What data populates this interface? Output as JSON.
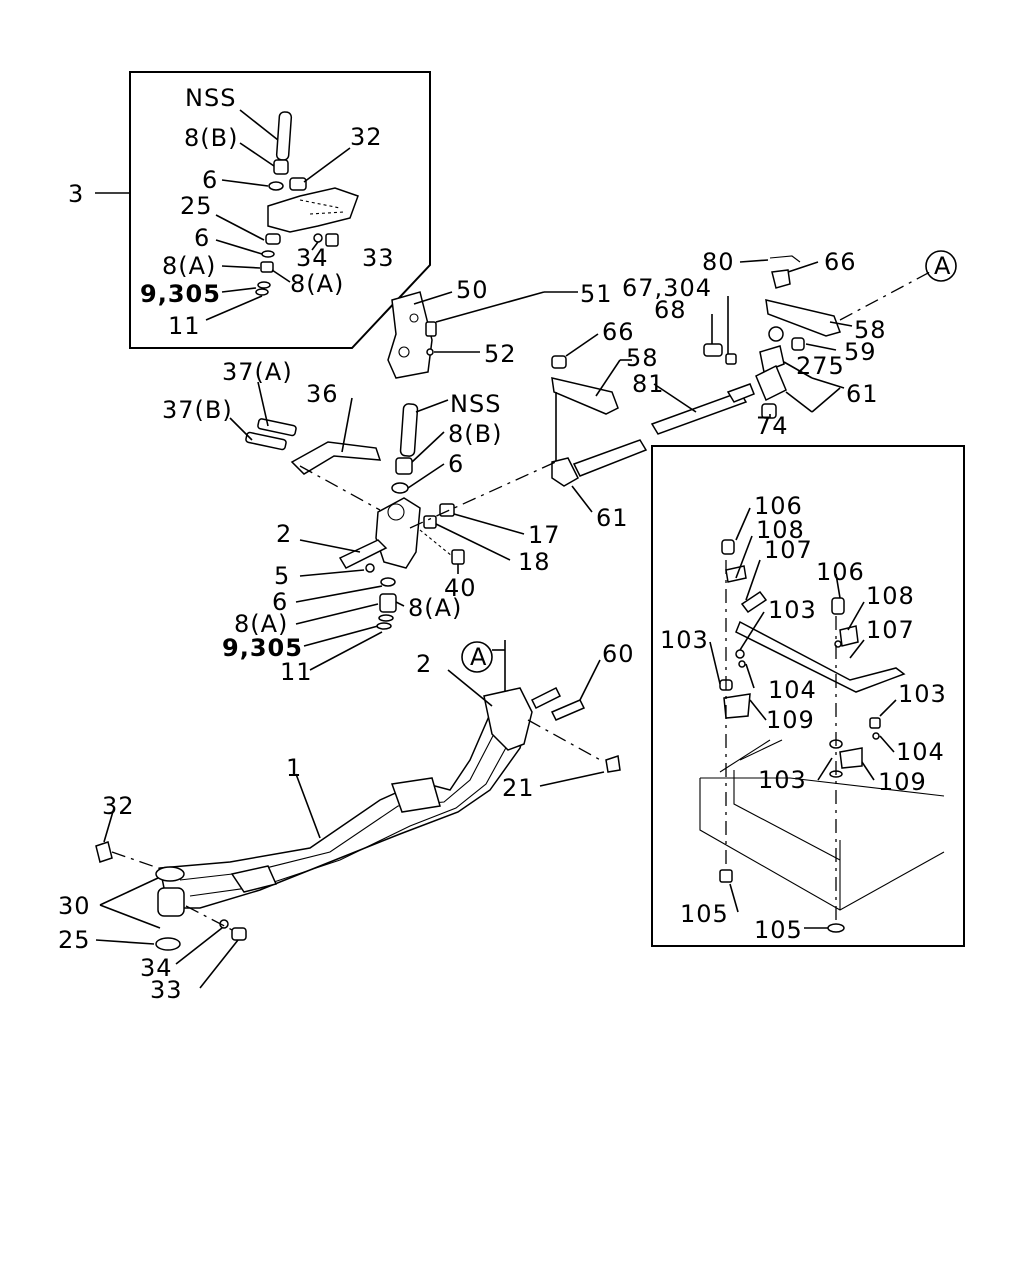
{
  "diagram": {
    "callouts": {
      "nss_top": "NSS",
      "c8b_top": "8(B)",
      "c32_top": "32",
      "c3": "3",
      "c6_top": "6",
      "c25_top": "25",
      "c6_top2": "6",
      "c8a_top_left": "8(A)",
      "c8a_top_right": "8(A)",
      "c9305_top": "9,305",
      "c11_top": "11",
      "c34_top": "34",
      "c33_top": "33",
      "c50": "50",
      "c51": "51",
      "c52": "52",
      "c80": "80",
      "c66_right": "66",
      "c67304": "67,304",
      "c68": "68",
      "cA_top": "A",
      "c58_right": "58",
      "c59": "59",
      "c275": "275",
      "c61_right": "61",
      "c74": "74",
      "c66_mid": "66",
      "c58_mid": "58",
      "c81": "81",
      "c61_mid": "61",
      "c37a": "37(A)",
      "c37b": "37(B)",
      "c36": "36",
      "nss_mid": "NSS",
      "c8b_mid": "8(B)",
      "c6_mid": "6",
      "c17": "17",
      "c18": "18",
      "c2_mid": "2",
      "c5": "5",
      "c40": "40",
      "c6_low": "6",
      "c8a_low_left": "8(A)",
      "c8a_low_right": "8(A)",
      "c9305_low": "9,305",
      "c11_low": "11",
      "cA_mid": "A",
      "c2_low": "2",
      "c60": "60",
      "c1": "1",
      "c21": "21",
      "c32_low": "32",
      "c30": "30",
      "c25_low": "25",
      "c34_low": "34",
      "c33_low": "33",
      "c106_a": "106",
      "c108_a": "108",
      "c107_a": "107",
      "c106_b": "106",
      "c103_a": "103",
      "c108_b": "108",
      "c103_b": "103",
      "c107_b": "107",
      "c104_a": "104",
      "c109_a": "109",
      "c103_c": "103",
      "c104_b": "104",
      "c103_d": "103",
      "c109_b": "109",
      "c105_a": "105",
      "c105_b": "105"
    }
  }
}
